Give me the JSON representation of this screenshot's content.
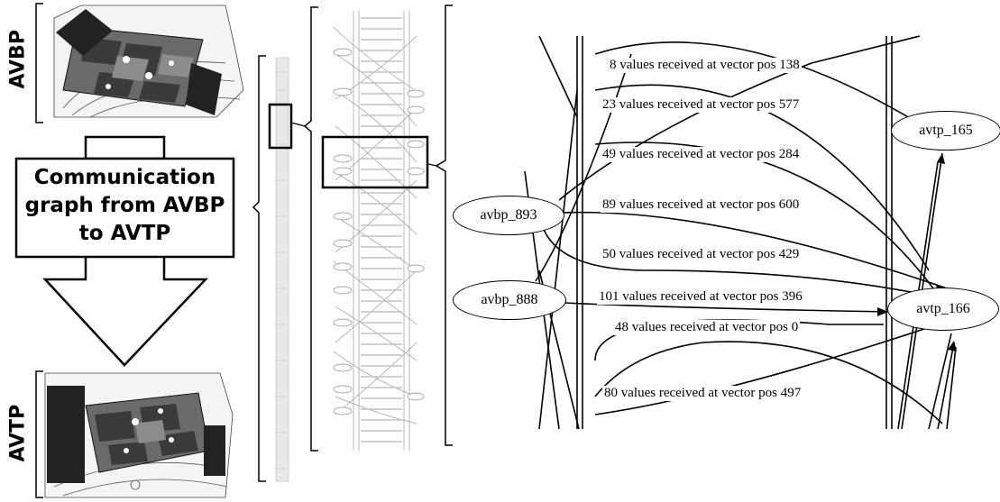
{
  "labels": {
    "top": "AVBP",
    "bottom": "AVTP",
    "arrow_box_lines": [
      "Communication",
      "graph from AVBP",
      "to AVTP"
    ]
  },
  "nodes": {
    "src1": "avbp_893",
    "src2": "avbp_888",
    "dst1": "avtp_165",
    "dst2": "avtp_166"
  },
  "edges": [
    "8 values received at vector pos 138",
    "23 values received at vector pos 577",
    "49 values received at vector pos 284",
    "89 values received at vector pos 600",
    "50 values received at vector pos 429",
    "101 values received at vector pos 396",
    "48 values received at vector pos 0",
    "80 values received at vector pos 497"
  ]
}
